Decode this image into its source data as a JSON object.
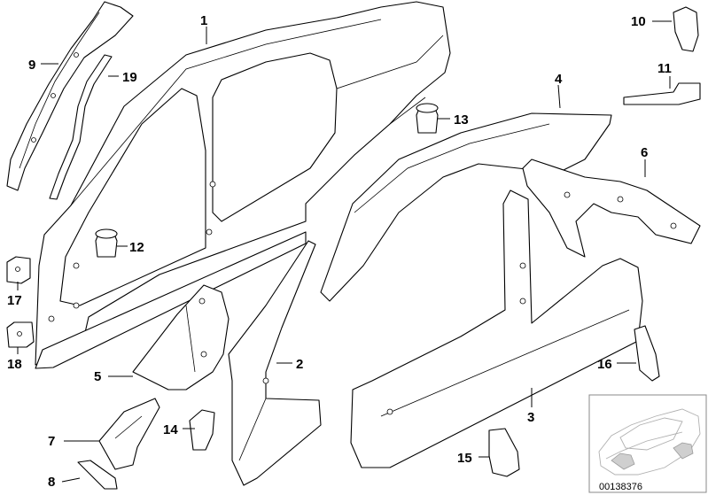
{
  "diagram": {
    "callouts": [
      {
        "id": "1",
        "label": "1"
      },
      {
        "id": "2",
        "label": "2"
      },
      {
        "id": "3",
        "label": "3"
      },
      {
        "id": "4",
        "label": "4"
      },
      {
        "id": "5",
        "label": "5"
      },
      {
        "id": "6",
        "label": "6"
      },
      {
        "id": "7",
        "label": "7"
      },
      {
        "id": "8",
        "label": "8"
      },
      {
        "id": "9",
        "label": "9"
      },
      {
        "id": "10",
        "label": "10"
      },
      {
        "id": "11",
        "label": "11"
      },
      {
        "id": "12",
        "label": "12"
      },
      {
        "id": "13",
        "label": "13"
      },
      {
        "id": "14",
        "label": "14"
      },
      {
        "id": "15",
        "label": "15"
      },
      {
        "id": "16",
        "label": "16"
      },
      {
        "id": "17",
        "label": "17"
      },
      {
        "id": "18",
        "label": "18"
      },
      {
        "id": "19",
        "label": "19"
      }
    ],
    "inset": {
      "code": "00138376",
      "icon": "car-silhouette-icon"
    },
    "colors": {
      "line": "#000000",
      "background": "#ffffff",
      "inset_car": "#b0b0b0"
    }
  }
}
